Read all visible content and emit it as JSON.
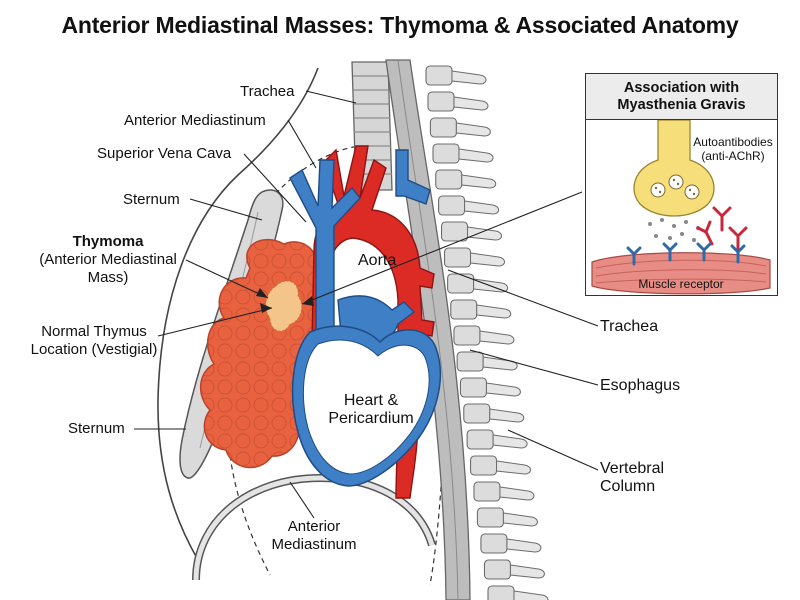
{
  "title": "Anterior Mediastinal Masses: Thymoma & Associated Anatomy",
  "labels": {
    "trachea_top": "Trachea",
    "anterior_mediastinum_top": "Anterior Mediastinum",
    "superior_vena_cava": "Superior Vena Cava",
    "sternum_top": "Sternum",
    "thymoma_title": "Thymoma",
    "thymoma_sub1": "(Anterior Mediastinal",
    "thymoma_sub2": "Mass)",
    "normal_thymus_1": "Normal Thymus",
    "normal_thymus_2": "Location (Vestigial)",
    "sternum_bottom": "Sternum",
    "aorta": "Aorta",
    "heart_1": "Heart &",
    "heart_2": "Pericardium",
    "anterior_mediastinum_bottom_1": "Anterior",
    "anterior_mediastinum_bottom_2": "Mediastinum",
    "trachea_right": "Trachea",
    "esophagus": "Esophagus",
    "vertebral_1": "Vertebral",
    "vertebral_2": "Column"
  },
  "inset": {
    "title_1": "Association with",
    "title_2": "Myasthenia Gravis",
    "autoantibodies_1": "Autoantibodies",
    "autoantibodies_2": "(anti-AChR)",
    "muscle_receptor": "Muscle receptor"
  },
  "colors": {
    "thymoma": "#e8623f",
    "aorta": "#dc2a24",
    "vena_cava": "#3e7fc6",
    "bone": "#d9d9d9",
    "nerve_terminal": "#f6de7a",
    "antibody": "#c8283a",
    "muscle": "#e88d86"
  }
}
